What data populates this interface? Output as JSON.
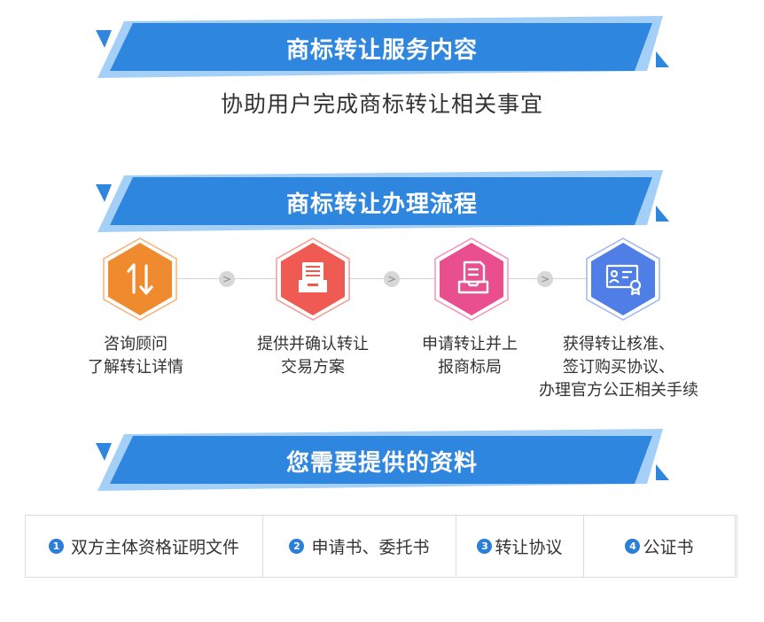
{
  "sections": {
    "service": {
      "title": "商标转让服务内容",
      "subtitle": "协助用户完成商标转让相关事宜"
    },
    "process": {
      "title": "商标转让办理流程"
    },
    "materials": {
      "title": "您需要提供的资料"
    }
  },
  "steps": [
    {
      "line1": "咨询顾问",
      "line2": "了解转让详情",
      "line3": "",
      "icon": "transfer-arrows-icon",
      "color": "#f08a2e"
    },
    {
      "line1": "提供并确认转让",
      "line2": "交易方案",
      "line3": "",
      "icon": "document-tray-icon",
      "color": "#ef5b52"
    },
    {
      "line1": "申请转让并上",
      "line2": "报商标局",
      "line3": "",
      "icon": "file-submit-icon",
      "color": "#e94f8f"
    },
    {
      "line1": "获得转让核准、",
      "line2": "签订购买协议、",
      "line3": "办理官方公正相关手续",
      "icon": "certificate-icon",
      "color": "#4f7fe6"
    }
  ],
  "materials_list": [
    {
      "num": "1",
      "label": "双方主体资格证明文件"
    },
    {
      "num": "2",
      "label": "申请书、委托书"
    },
    {
      "num": "3",
      "label": "转让协议"
    },
    {
      "num": "4",
      "label": "公证书"
    }
  ],
  "colors": {
    "banner_blue": "#2f86de",
    "banner_light": "#5aaaf0",
    "accent": "#2a7fd8"
  }
}
